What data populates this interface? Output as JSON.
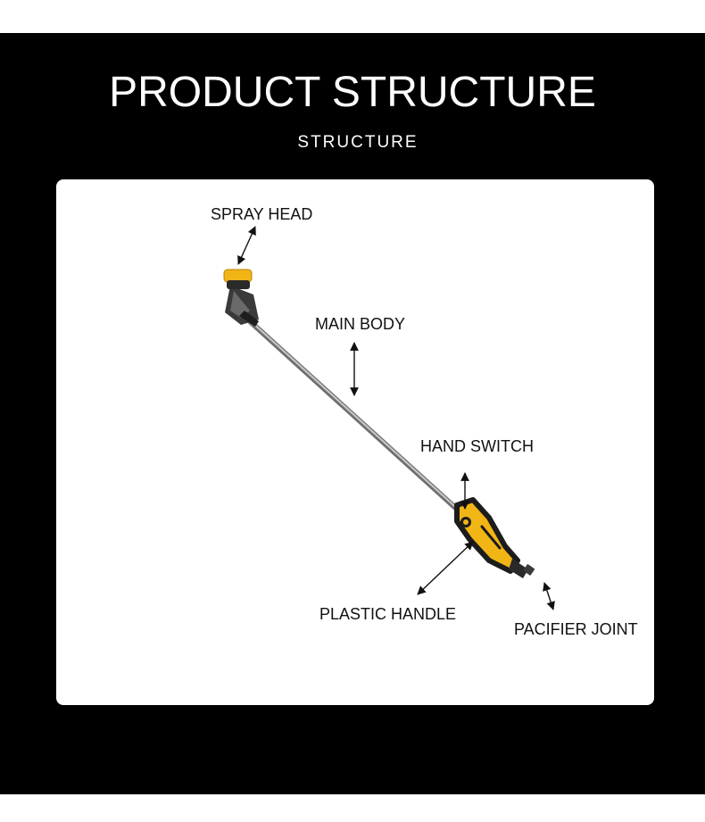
{
  "header": {
    "title": "PRODUCT STRUCTURE",
    "subtitle": "STRUCTURE"
  },
  "colors": {
    "background": "#000000",
    "card": "#ffffff",
    "accent_yellow": "#f2b516",
    "handle_black": "#1c1c1c",
    "rod_gray": "#9a9a9a"
  },
  "callouts": {
    "spray_head": "SPRAY HEAD",
    "main_body": "MAIN BODY",
    "hand_switch": "HAND SWITCH",
    "plastic_handle": "PLASTIC HANDLE",
    "pacifier_joint": "PACIFIER JOINT"
  }
}
